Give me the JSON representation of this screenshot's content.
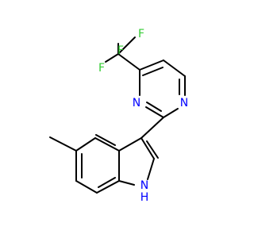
{
  "molecule": {
    "atoms": [
      {
        "id": "F1",
        "label": "F",
        "color": "#33cc33"
      },
      {
        "id": "F2",
        "label": "F",
        "color": "#33cc33"
      },
      {
        "id": "F3",
        "label": "F",
        "color": "#33cc33"
      },
      {
        "id": "N1",
        "label": "N",
        "color": "#0000ff"
      },
      {
        "id": "N2",
        "label": "N",
        "color": "#0000ff"
      },
      {
        "id": "N3",
        "label": "N",
        "color": "#0000ff"
      },
      {
        "id": "H1",
        "label": "H",
        "color": "#0000ff"
      }
    ],
    "bond_color": "#000000"
  }
}
